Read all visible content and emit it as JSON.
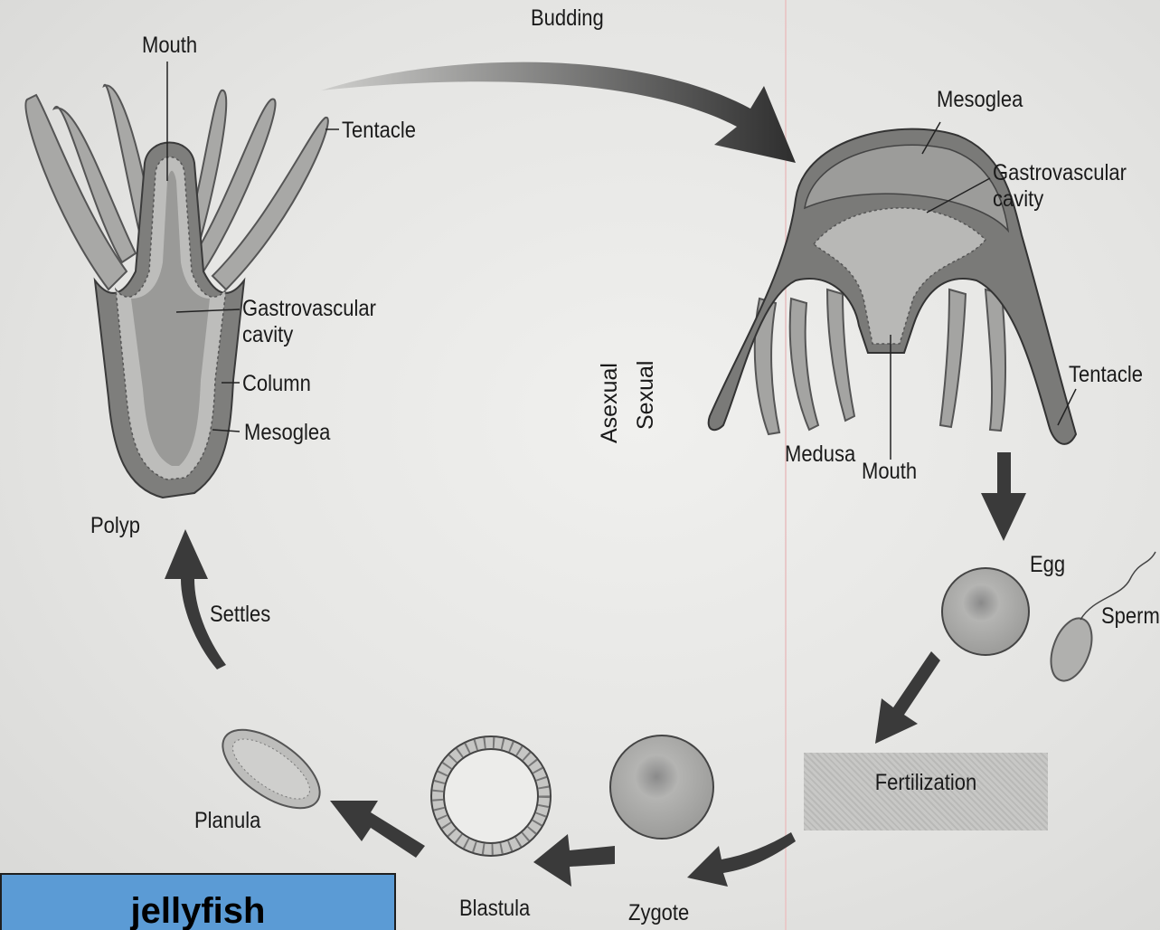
{
  "labels": {
    "budding": "Budding",
    "polyp_mouth": "Mouth",
    "polyp_tentacle": "Tentacle",
    "polyp_gastrovascular": "Gastrovascular cavity",
    "column": "Column",
    "polyp_mesoglea": "Mesoglea",
    "polyp": "Polyp",
    "settles": "Settles",
    "planula": "Planula",
    "blastula": "Blastula",
    "zygote": "Zygote",
    "asexual": "Asexual",
    "sexual": "Sexual",
    "medusa_mesoglea": "Mesoglea",
    "medusa_gastrovascular": "Gastrovascular cavity",
    "medusa_tentacle": "Tentacle",
    "medusa": "Medusa",
    "medusa_mouth": "Mouth",
    "egg": "Egg",
    "sperm": "Sperm",
    "fertilization": "Fertilization"
  },
  "caption": "jellyfish"
}
